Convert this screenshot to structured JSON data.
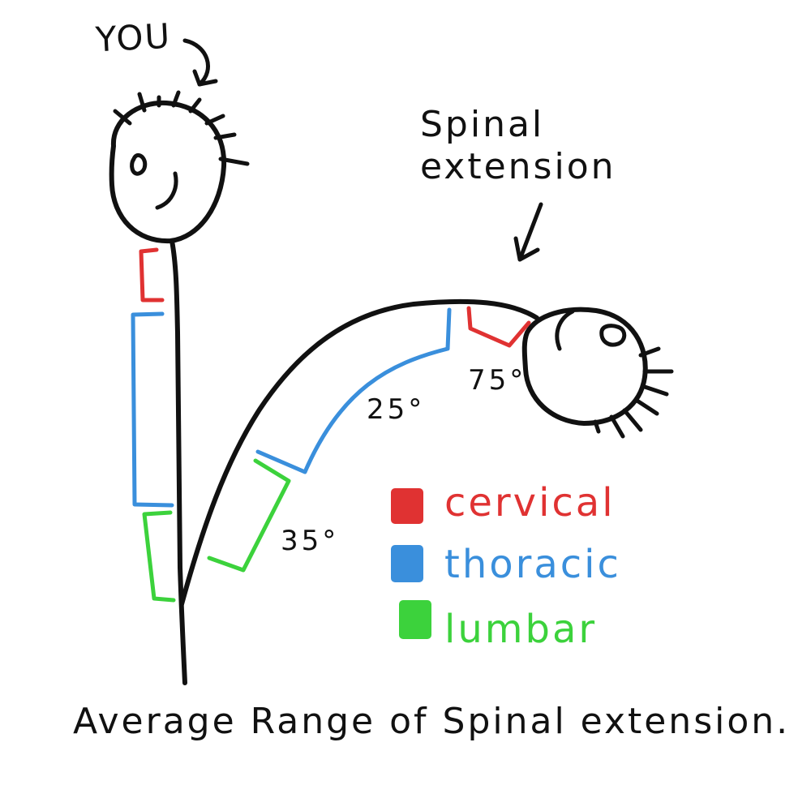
{
  "labels": {
    "you": "YOU",
    "spinal_extension": "Spinal\nextension",
    "caption": "Average Range of Spinal extension."
  },
  "degrees": {
    "cervical": "75°",
    "thoracic": "25°",
    "lumbar": "35°"
  },
  "legend": [
    {
      "label": "cervical",
      "color": "#e03232"
    },
    {
      "label": "thoracic",
      "color": "#3a8fdc"
    },
    {
      "label": "lumbar",
      "color": "#3cd23c"
    }
  ],
  "colors": {
    "ink": "#111111",
    "cervical": "#e03232",
    "thoracic": "#3a8fdc",
    "lumbar": "#3cd23c"
  }
}
